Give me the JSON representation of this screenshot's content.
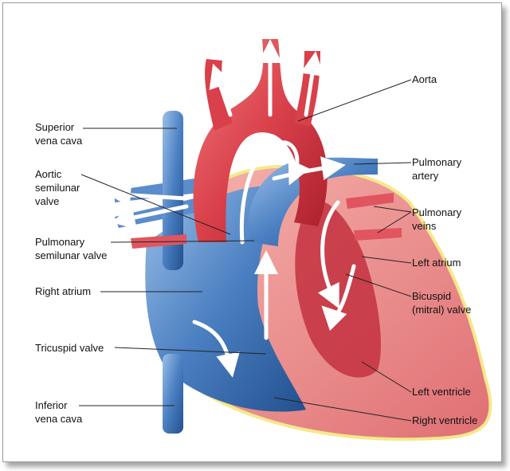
{
  "labels": {
    "aorta": "Aorta",
    "superior_vena_cava": "Superior\nvena cava",
    "pulmonary_artery": "Pulmonary\nartery",
    "aortic_semilunar_valve": "Aortic\nsemilunar\nvalve",
    "pulmonary_veins": "Pulmonary\nveins",
    "pulmonary_semilunar_valve": "Pulmonary\nsemilunar valve",
    "left_atrium": "Left atrium",
    "right_atrium": "Right atrium",
    "bicuspid_valve": "Bicuspid\n(mitral) valve",
    "tricuspid_valve": "Tricuspid valve",
    "left_ventricle": "Left ventricle",
    "inferior_vena_cava": "Inferior\nvena cava",
    "right_ventricle": "Right ventricle"
  },
  "colors": {
    "oxygenated": "#d9404a",
    "deoxygenated": "#4a7fc1",
    "muscle": "#e88a8a",
    "fat_outline": "#f4e98c"
  }
}
